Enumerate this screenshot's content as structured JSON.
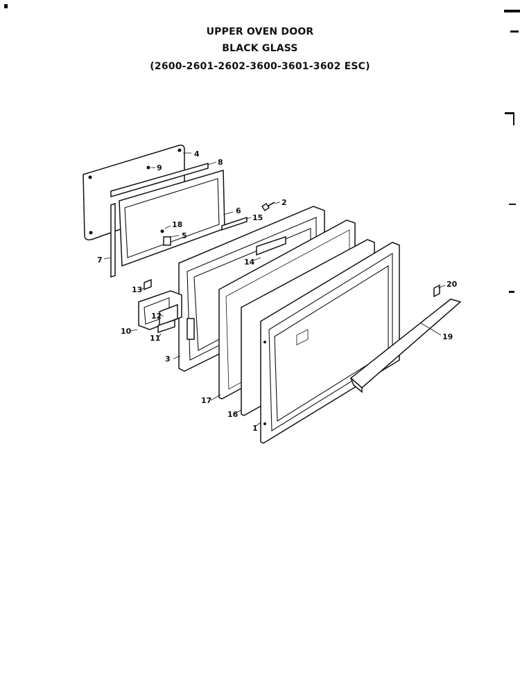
{
  "title": {
    "line1": "UPPER OVEN DOOR",
    "line2": "BLACK GLASS",
    "line3": "(2600-2601-2602-3600-3601-3602 ESC)"
  },
  "callouts": [
    "1",
    "2",
    "3",
    "4",
    "5",
    "6",
    "7",
    "8",
    "9",
    "10",
    "11",
    "12",
    "13",
    "14",
    "15",
    "16",
    "17",
    "18",
    "19",
    "20"
  ]
}
